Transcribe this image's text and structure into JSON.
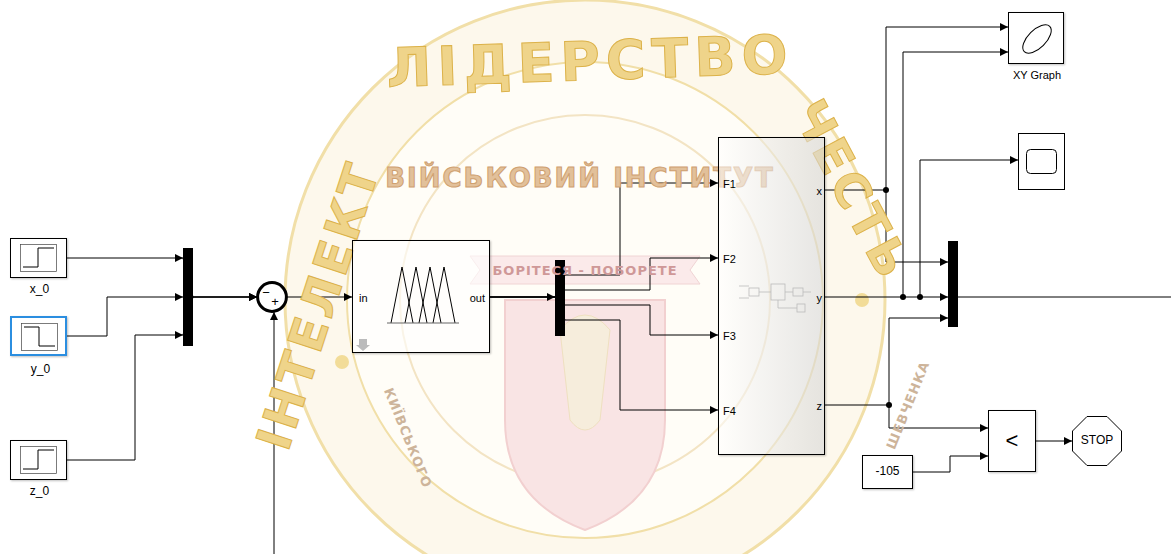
{
  "diagram": {
    "nodes": [
      {
        "text": [
          "x_0"
        ]
      },
      {
        "text": [
          "y_0"
        ]
      },
      {
        "text": [
          "z_0"
        ]
      },
      {
        "text": [
          "−",
          "+"
        ]
      },
      {
        "text": [
          "in",
          "out"
        ]
      },
      {
        "text": [
          "F1",
          "F2",
          "F3",
          "F4",
          "x",
          "y",
          "z"
        ]
      },
      {
        "text": [
          "XY Graph"
        ]
      },
      {
        "text": [
          "-105"
        ]
      },
      {
        "text": [
          "<"
        ]
      },
      {
        "text": [
          "STOP"
        ]
      }
    ],
    "edges": [
      {
        "from": 0,
        "to": 3,
        "arrow": "to"
      },
      {
        "from": 1,
        "to": 3,
        "arrow": "to"
      },
      {
        "from": 2,
        "to": 3,
        "arrow": "to"
      },
      {
        "from": 3,
        "to": 4,
        "arrow": "to"
      },
      {
        "from": 4,
        "to": 5,
        "arrow": "to"
      },
      {
        "from": 4,
        "to": 5,
        "arrow": "to"
      },
      {
        "from": 4,
        "to": 5,
        "arrow": "to"
      },
      {
        "from": 4,
        "to": 5,
        "arrow": "to"
      },
      {
        "from": 5,
        "to": 6,
        "arrow": "to"
      },
      {
        "from": 5,
        "to": 6,
        "arrow": "to"
      },
      {
        "from": 5,
        "to": 8,
        "arrow": "to"
      },
      {
        "from": 7,
        "to": 8,
        "arrow": "to"
      },
      {
        "from": 8,
        "to": 9,
        "arrow": "to"
      }
    ],
    "labels": [
      "ЛІДЕРСТВО",
      "ІНТЕЛЕКТ",
      "ЧЕСТЬ",
      "ВІЙСЬКОВИЙ ІНСТИТУТ",
      "БОРІТЕСЯ - ПОБОРЕТЕ",
      "КИЇВСЬКОГО",
      "ШЕВЧЕНКА"
    ]
  }
}
